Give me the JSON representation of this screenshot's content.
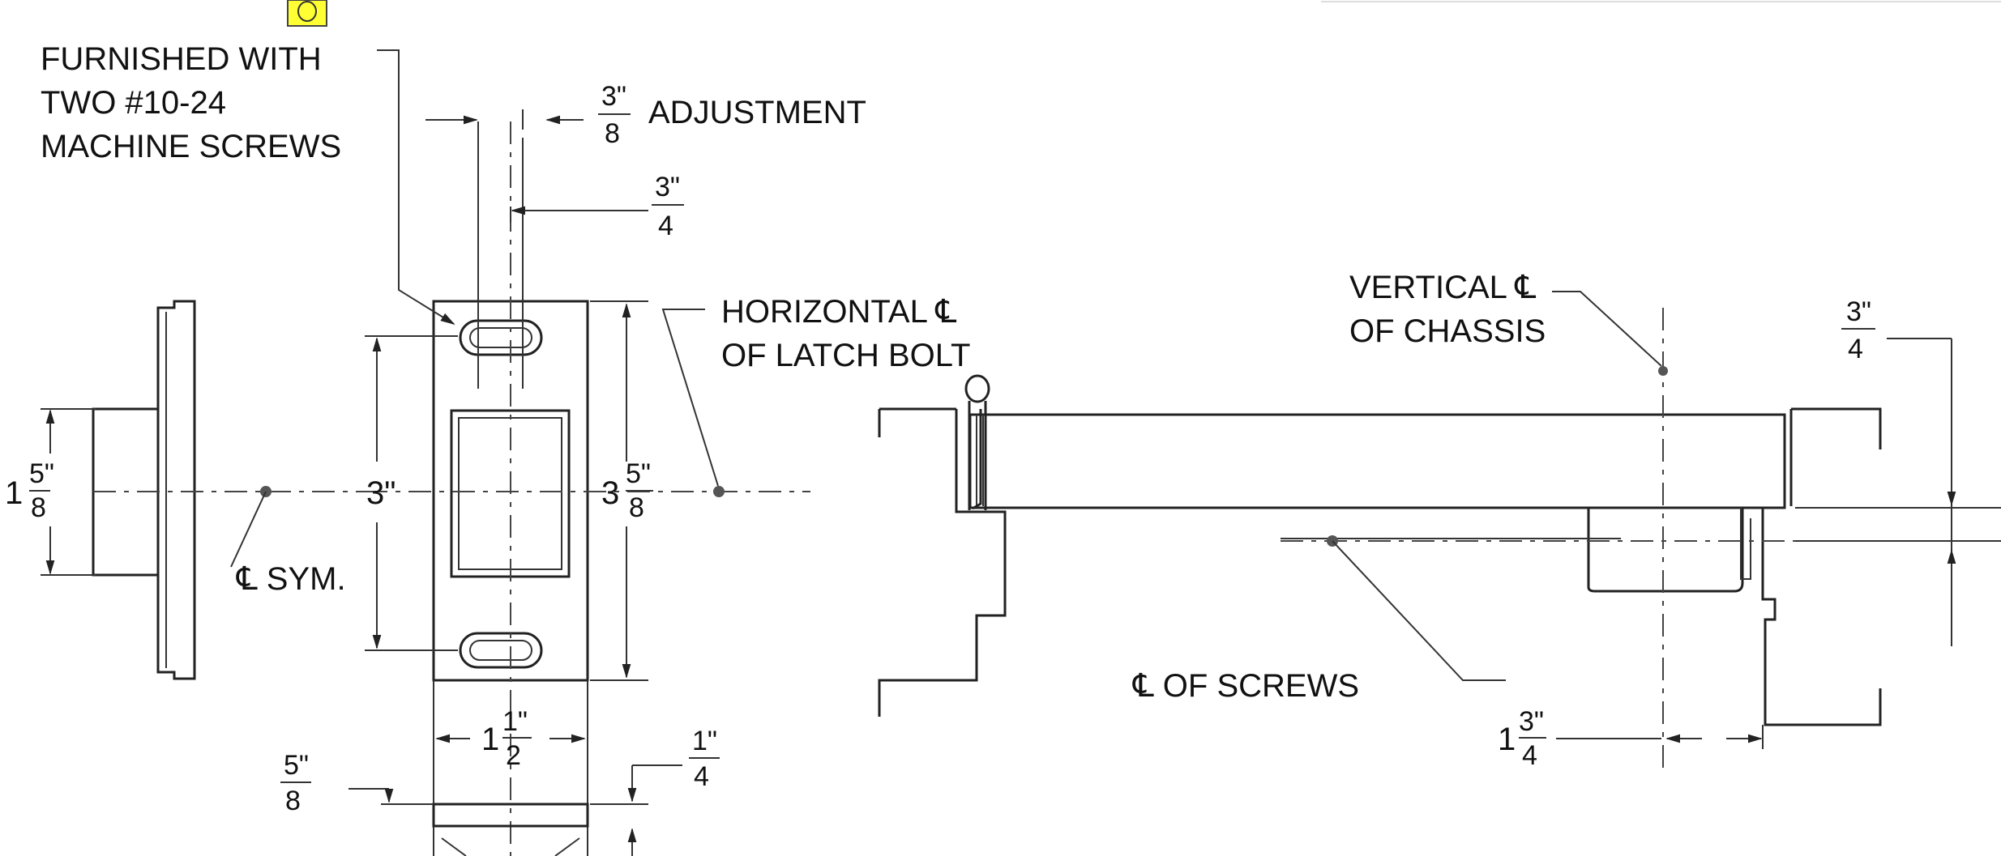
{
  "notes": {
    "screws_line1": "FURNISHED WITH",
    "screws_line2": "TWO #10-24",
    "screws_line3": "MACHINE SCREWS",
    "adjustment": "ADJUSTMENT",
    "horizontal_line1": "HORIZONTAL ℄",
    "horizontal_line2": "OF LATCH BOLT",
    "vertical_line1": "VERTICAL ℄",
    "vertical_line2": "OF CHASSIS",
    "sym": "℄ SYM.",
    "screws_cl": "℄  OF SCREWS"
  },
  "dimensions": {
    "adjustment": {
      "num": "3\"",
      "den": "8"
    },
    "slot_offset": {
      "num": "3\"",
      "den": "4"
    },
    "height_1_5_8": {
      "whole": "1",
      "num": "5\"",
      "den": "8"
    },
    "center_3": {
      "whole": "3\""
    },
    "overall_3_5_8": {
      "whole": "3",
      "num": "5\"",
      "den": "8"
    },
    "width_1_1_2": {
      "whole": "1",
      "num": "1\"",
      "den": "2"
    },
    "quarter": {
      "num": "1\"",
      "den": "4"
    },
    "five_eighths": {
      "num": "5\"",
      "den": "8"
    },
    "right_3_4": {
      "num": "3\"",
      "den": "4"
    },
    "backset_1_3_4": {
      "whole": "1",
      "num": "3\"",
      "den": "4"
    }
  },
  "colors": {
    "ink": "#222222",
    "marker": "#ffff33"
  },
  "icons": {
    "marker": "annotation-marker-icon"
  }
}
